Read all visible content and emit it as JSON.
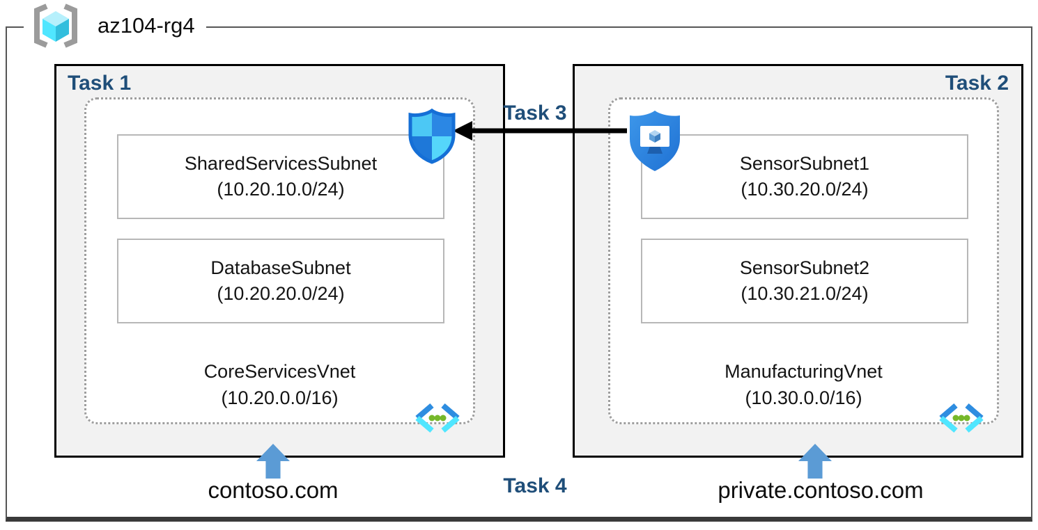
{
  "resource_group": {
    "name": "az104-rg4"
  },
  "left": {
    "task_label": "Task 1",
    "subnets": [
      {
        "name": "SharedServicesSubnet",
        "cidr": "(10.20.10.0/24)"
      },
      {
        "name": "DatabaseSubnet",
        "cidr": "(10.20.20.0/24)"
      }
    ],
    "vnet": {
      "name": "CoreServicesVnet",
      "cidr": "(10.20.0.0/16)"
    },
    "dns_zone": "contoso.com"
  },
  "right": {
    "task_label": "Task 2",
    "subnets": [
      {
        "name": "SensorSubnet1",
        "cidr": "(10.30.20.0/24)"
      },
      {
        "name": "SensorSubnet2",
        "cidr": "(10.30.21.0/24)"
      }
    ],
    "vnet": {
      "name": "ManufacturingVnet",
      "cidr": "(10.30.0.0/16)"
    },
    "dns_zone": "private.contoso.com"
  },
  "annotations": {
    "task3_label": "Task 3",
    "task4_label": "Task 4"
  },
  "icons": {
    "resource_group": "resource-group-icon",
    "nsg": "network-security-group-shield-icon",
    "asg": "application-security-group-shield-icon",
    "vnet": "virtual-network-icon",
    "dns_pointer": "blue-up-arrow",
    "task3_connector": "black-left-arrow"
  },
  "colors": {
    "task_label_blue": "#1F4E79",
    "box_fill_gray": "#F2F2F2",
    "dns_arrow_blue": "#5B9BD5",
    "cyan_accent": "#50E6FF",
    "shield_blue": "#2E8DE1",
    "vnet_dot_green": "#76B82A"
  }
}
